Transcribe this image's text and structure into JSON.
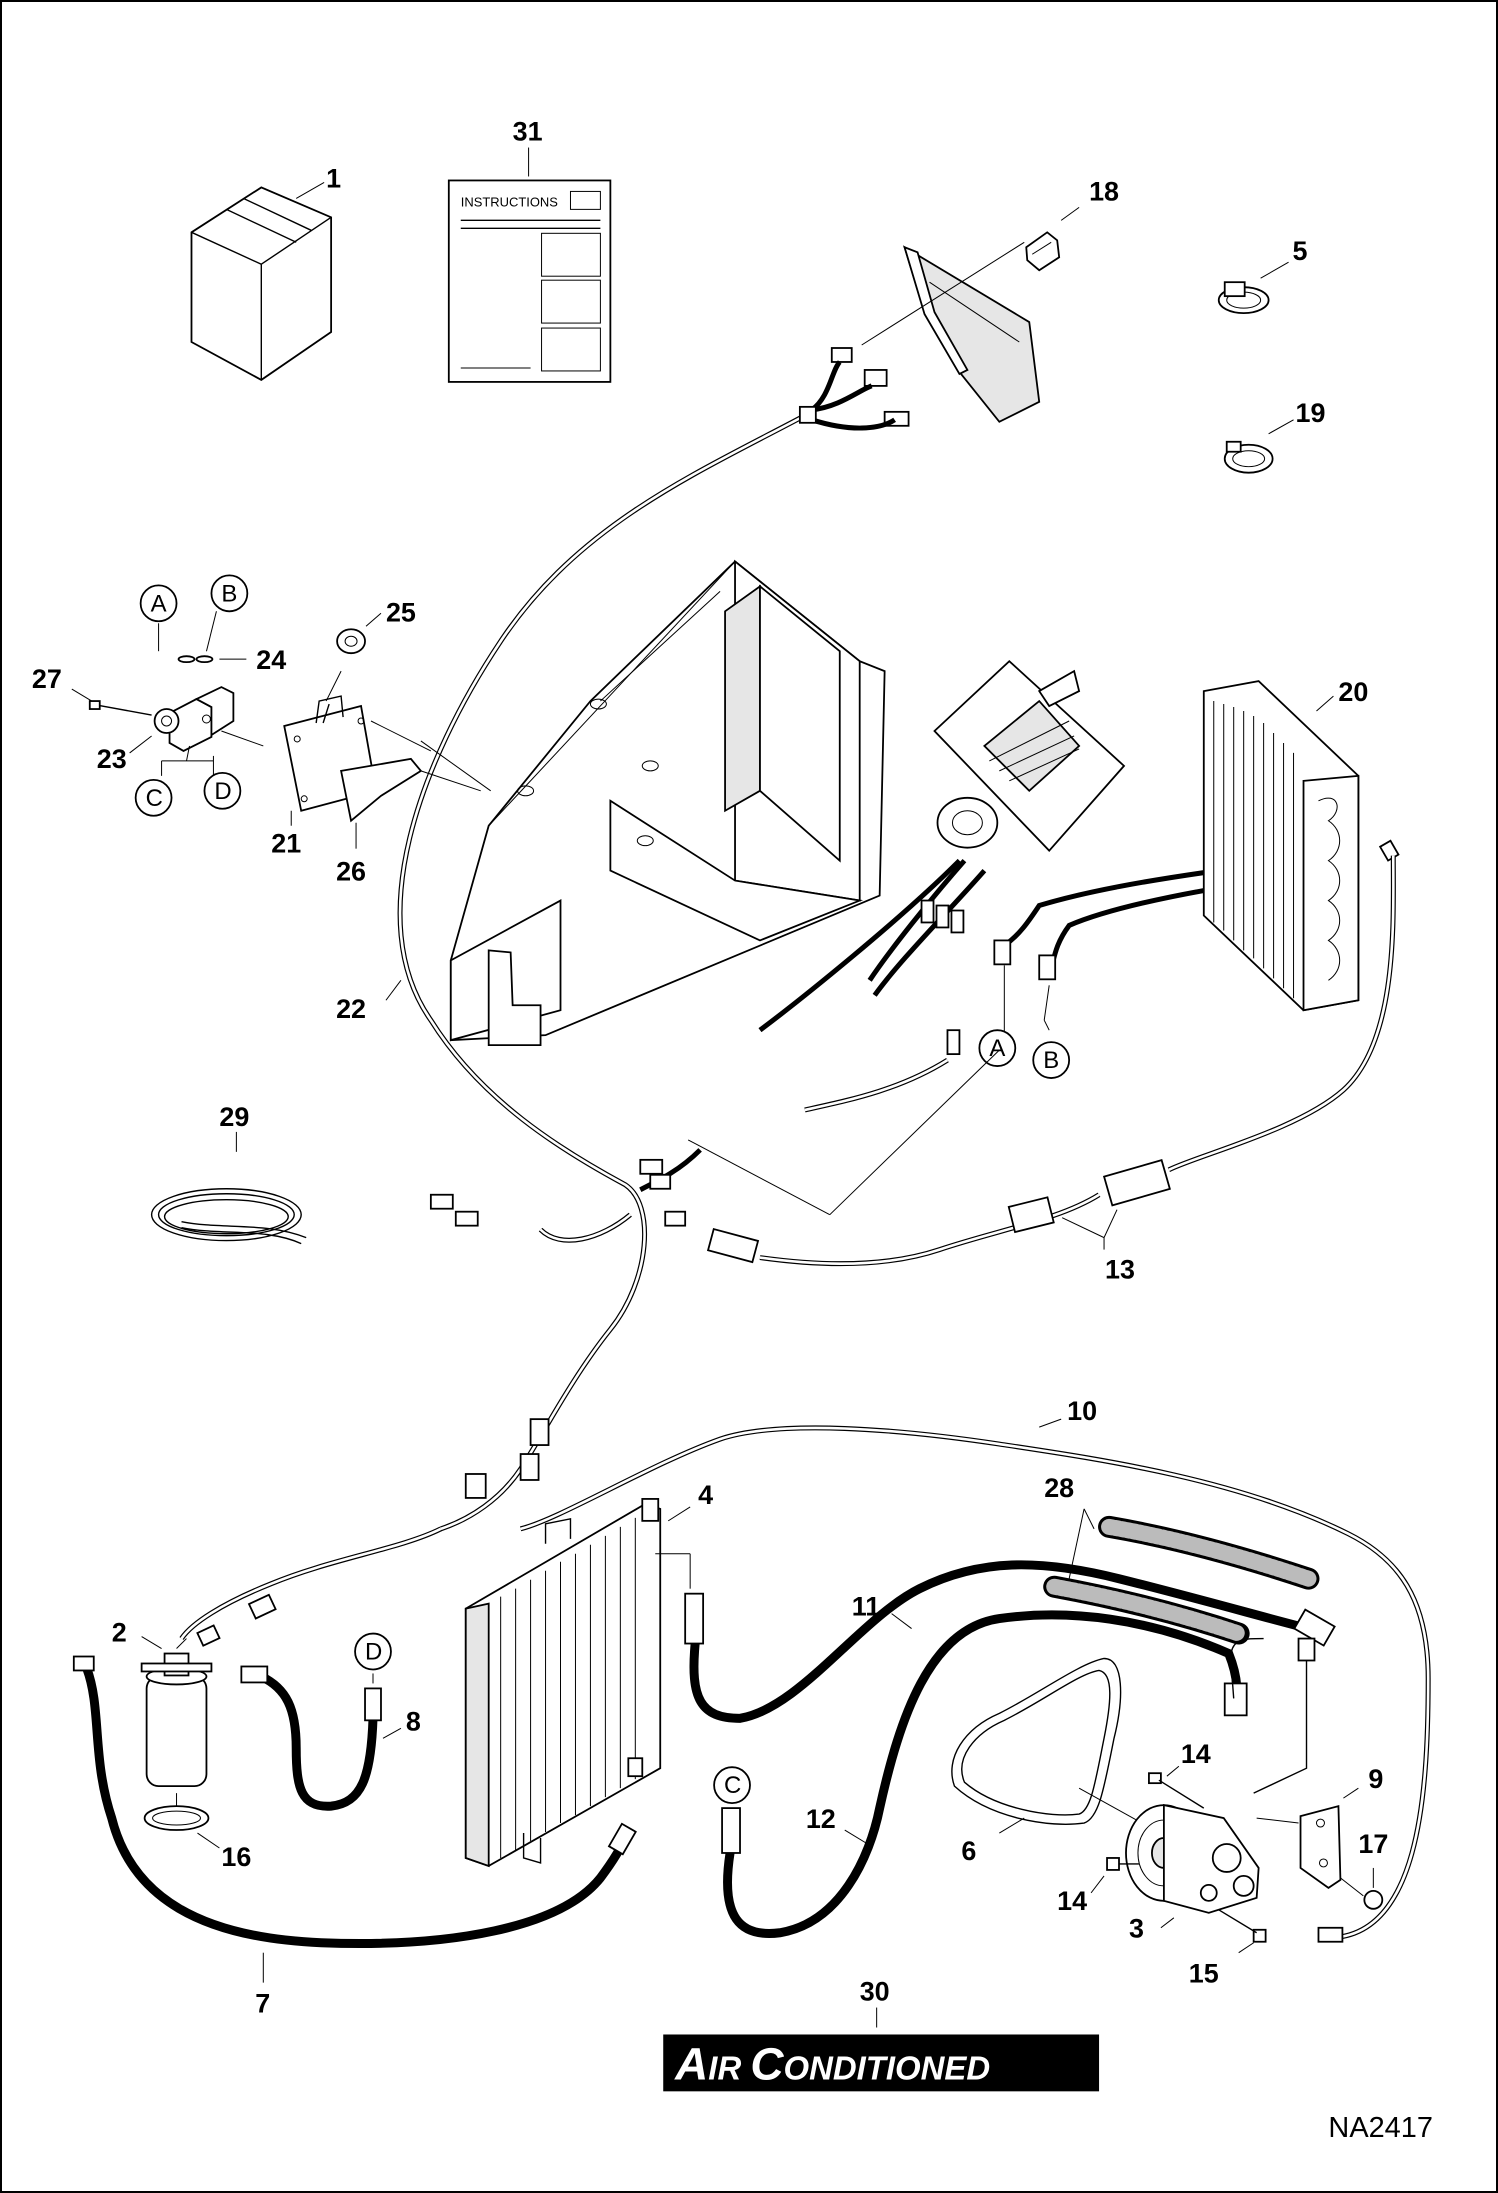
{
  "callouts": {
    "c1": "1",
    "c2": "2",
    "c3": "3",
    "c4": "4",
    "c5": "5",
    "c6": "6",
    "c7": "7",
    "c8": "8",
    "c9": "9",
    "c10": "10",
    "c11": "11",
    "c12": "12",
    "c13": "13",
    "c14a": "14",
    "c14b": "14",
    "c15": "15",
    "c16": "16",
    "c17": "17",
    "c18": "18",
    "c19": "19",
    "c20": "20",
    "c21": "21",
    "c22": "22",
    "c23": "23",
    "c24": "24",
    "c25": "25",
    "c26": "26",
    "c27": "27",
    "c28": "28",
    "c29": "29",
    "c30": "30",
    "c31": "31"
  },
  "connectors": {
    "a1": "A",
    "b1": "B",
    "c1": "C",
    "d1": "D",
    "a2": "A",
    "b2": "B",
    "c2": "C",
    "d2": "D"
  },
  "instructions_label": "INSTRUCTIONS",
  "decal": {
    "cap1": "A",
    "rest1": "IR",
    "cap2": "C",
    "rest2": "ONDITIONED"
  },
  "drawing_ref": "NA2417",
  "colors": {
    "line": "#000000",
    "background": "#ffffff",
    "decal_bg": "#000000",
    "decal_text": "#ffffff"
  }
}
